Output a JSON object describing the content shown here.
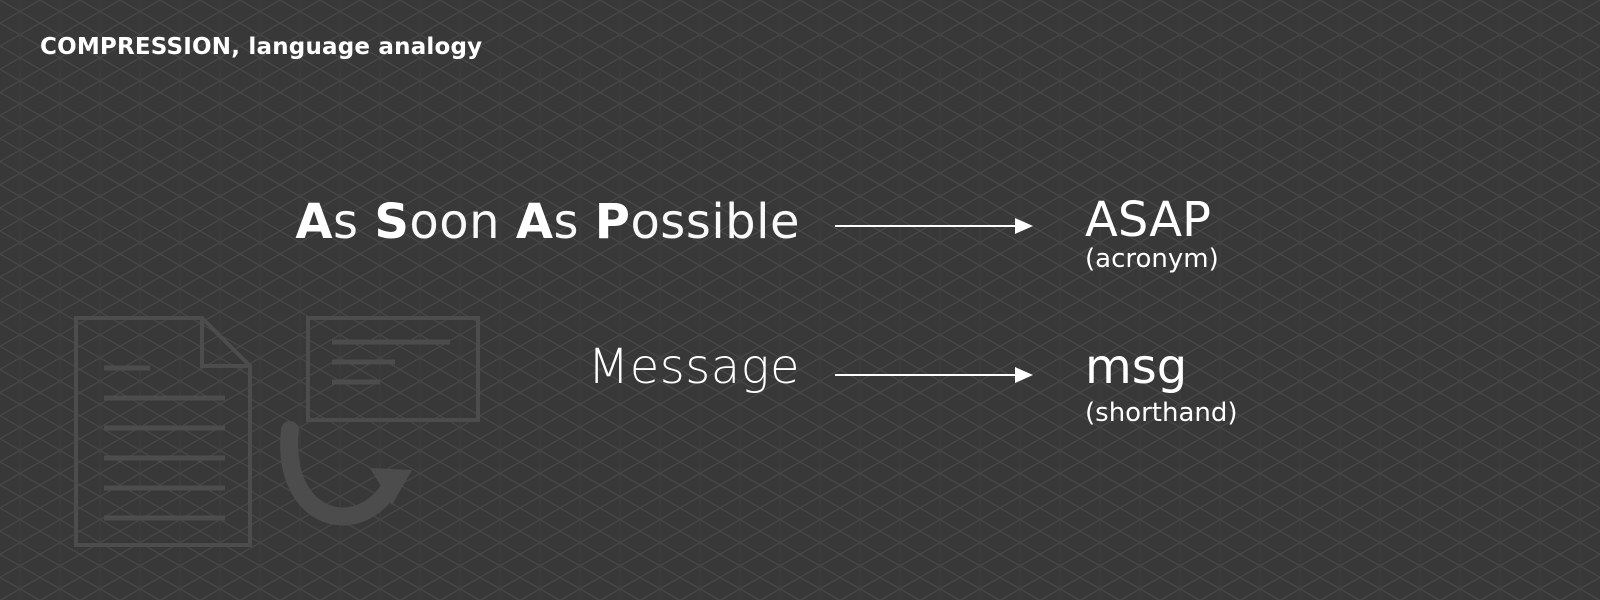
{
  "slide": {
    "title": "COMPRESSION, language analogy"
  },
  "examples": [
    {
      "words": [
        {
          "initial": "A",
          "rest": "s"
        },
        {
          "initial": "S",
          "rest": "oon"
        },
        {
          "initial": "A",
          "rest": "s"
        },
        {
          "initial": "P",
          "rest": "ossible"
        }
      ],
      "result": "ASAP",
      "note": "(acronym)"
    },
    {
      "phrase": "Message",
      "result": "msg",
      "note": "(shorthand)"
    }
  ],
  "icons": [
    "document-icon",
    "compressed-document-icon",
    "curved-arrow-icon",
    "right-arrow-icon"
  ],
  "colors": {
    "background": "#383838",
    "grid_lines": "#4a4a4a",
    "text": "#ffffff",
    "icon_faint": "#4c4c4c"
  }
}
